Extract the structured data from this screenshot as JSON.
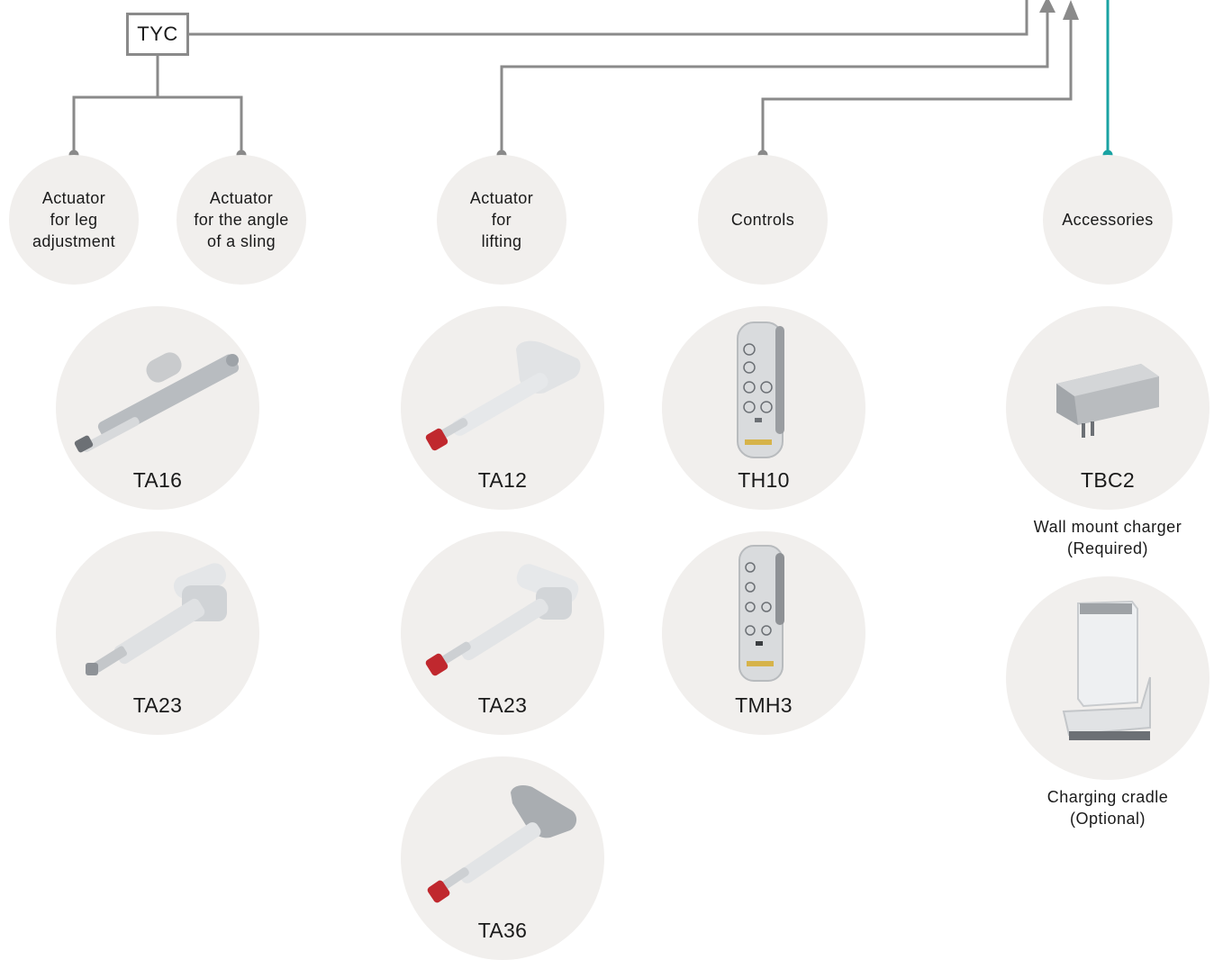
{
  "tyc_label": "TYC",
  "categories": {
    "leg": "Actuator\nfor leg\nadjustment",
    "sling": "Actuator\nfor the angle\nof a sling",
    "lifting": "Actuator\nfor\nlifting",
    "controls": "Controls",
    "accessories": "Accessories"
  },
  "products": {
    "ta16": "TA16",
    "ta23_left": "TA23",
    "ta12": "TA12",
    "ta23_mid": "TA23",
    "ta36": "TA36",
    "th10": "TH10",
    "tmh3": "TMH3",
    "tbc2": "TBC2"
  },
  "captions": {
    "charger": "Wall mount charger\n(Required)",
    "cradle": "Charging cradle\n(Optional)"
  },
  "colors": {
    "connector_gray": "#8a8a8a",
    "accessories_teal": "#1aa3a3",
    "circle_bg": "#f1efed",
    "actuator_red": "#c0282e"
  }
}
